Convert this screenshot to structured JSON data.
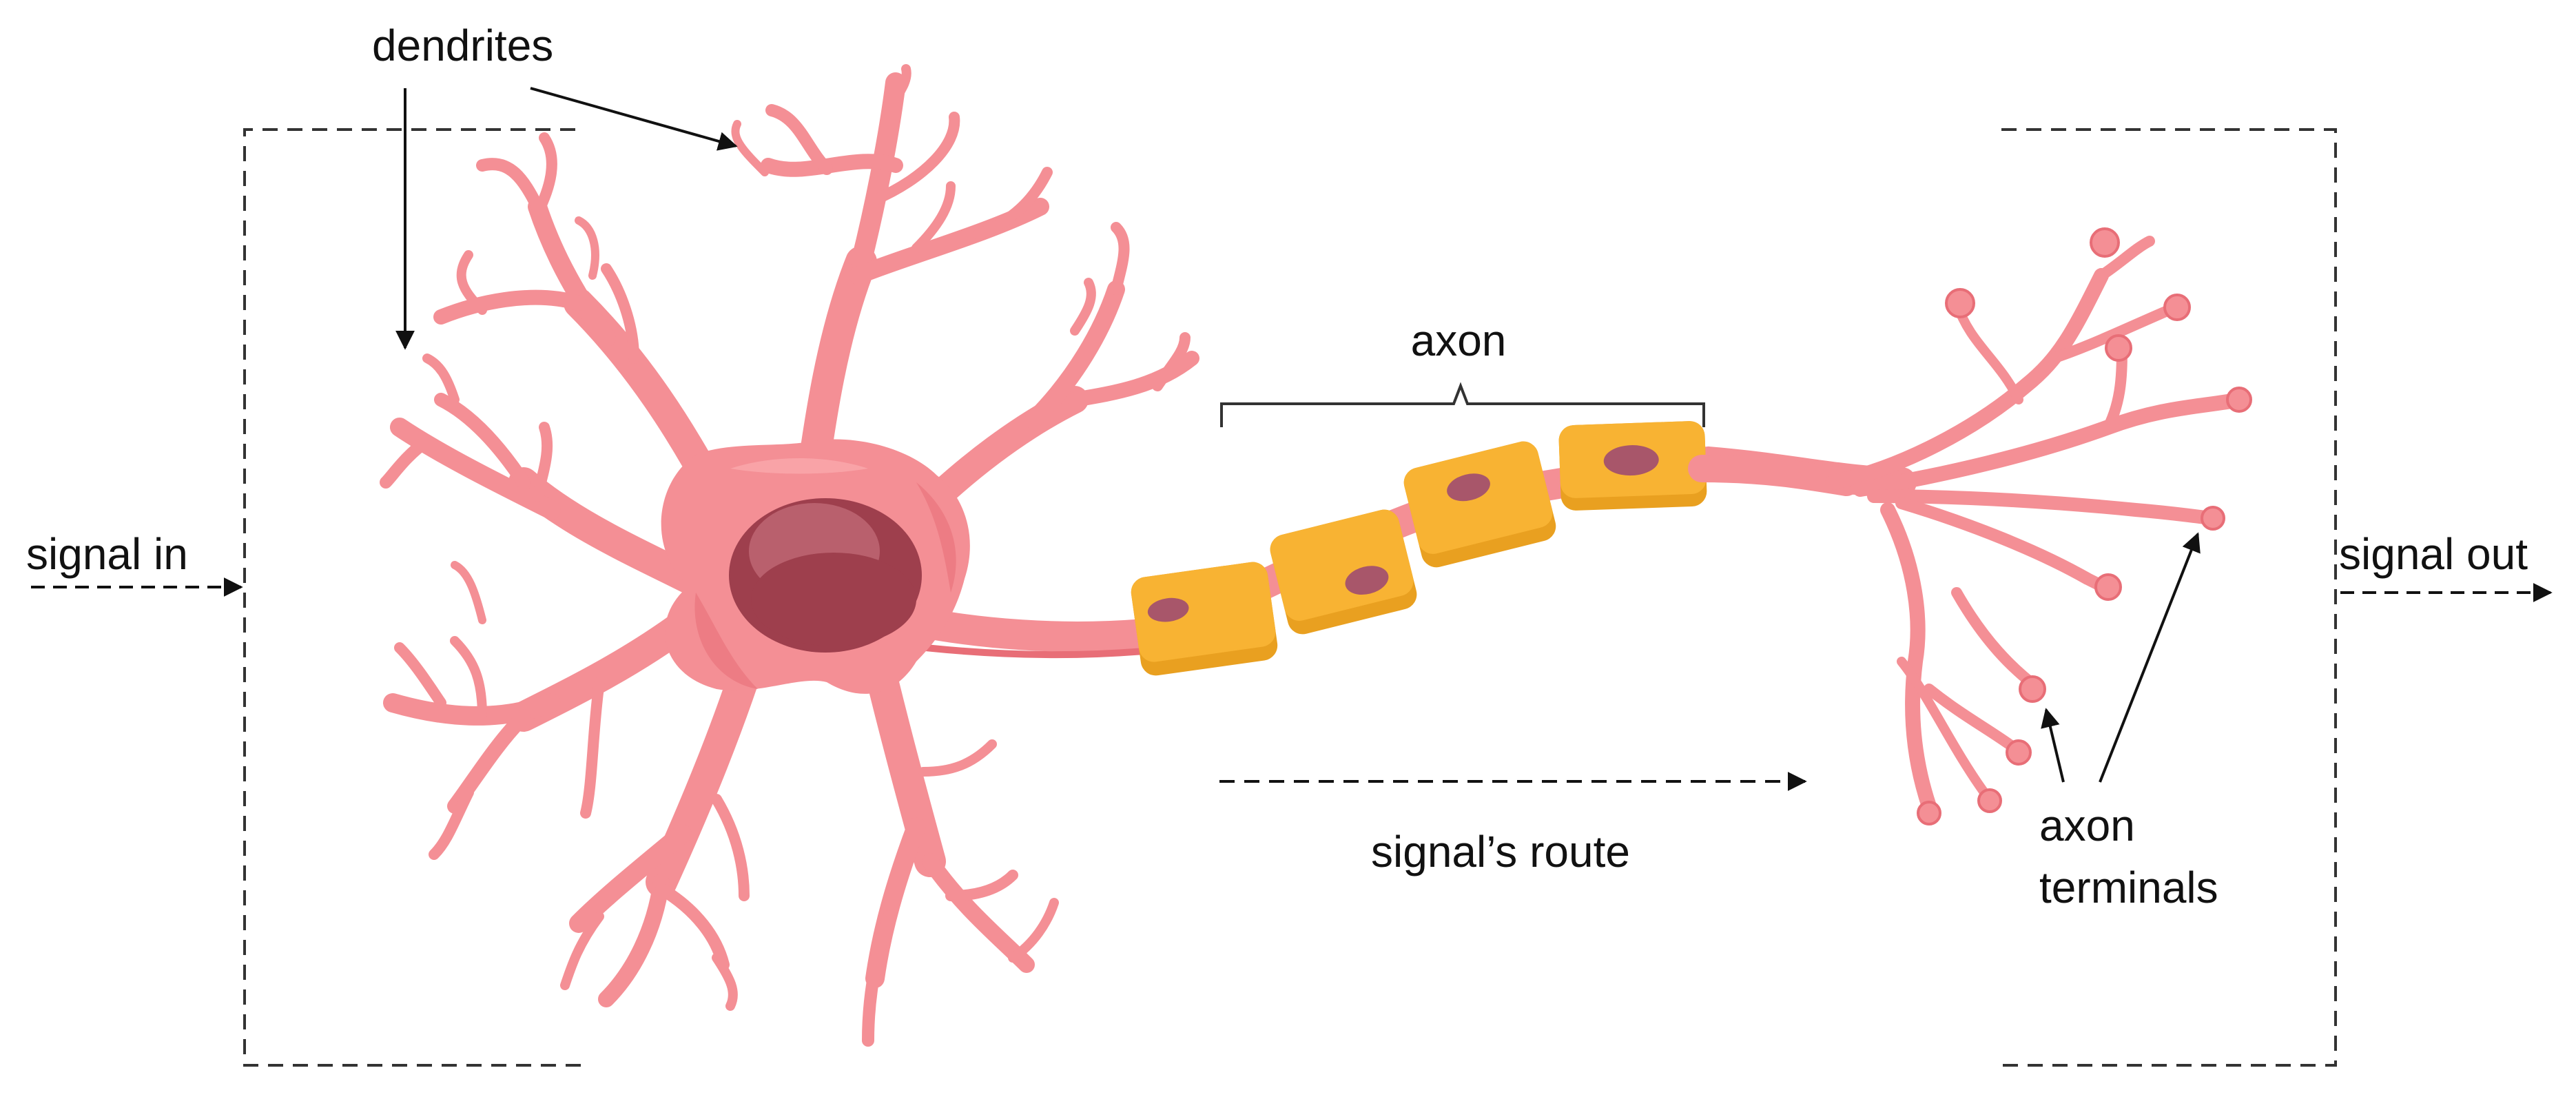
{
  "labels": {
    "dendrites": "dendrites",
    "axon": "axon",
    "signal_in": "signal in",
    "signal_out": "signal out",
    "signals_route": "signal’s route",
    "axon_terminals_line1": "axon",
    "axon_terminals_line2": "terminals"
  },
  "colors": {
    "neuron_body": "#f48f95",
    "neuron_dark": "#e86e77",
    "neuron_highlight": "#fbb0b4",
    "nucleus": "#9e3f4d",
    "nucleus_highlight": "#b9606d",
    "myelin": "#f8b333",
    "myelin_dark": "#e9a020",
    "myelin_nucleus": "#a8566a",
    "line": "#222222"
  }
}
